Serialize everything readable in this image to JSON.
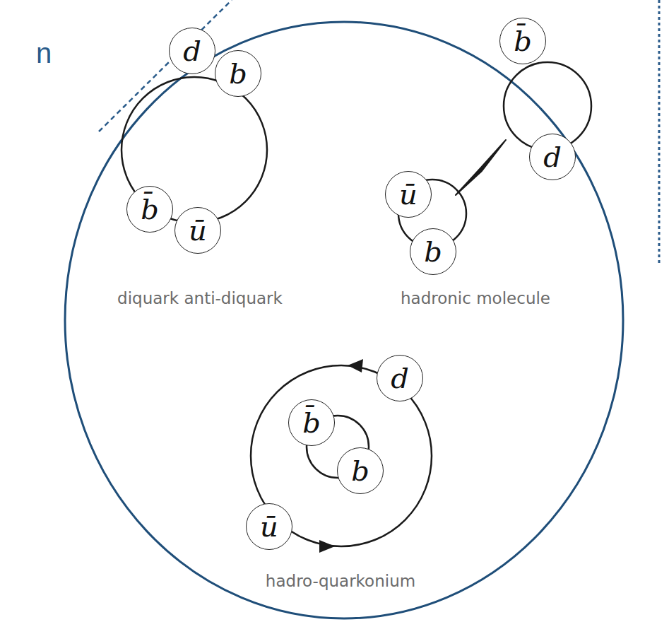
{
  "diagram": {
    "nodes": [
      {
        "text": [
          "d"
        ]
      },
      {
        "text": [
          "b"
        ]
      },
      {
        "text": [
          "b̄"
        ]
      },
      {
        "text": [
          "ū"
        ]
      },
      {
        "text": [
          "b̄"
        ]
      },
      {
        "text": [
          "d"
        ]
      },
      {
        "text": [
          "ū"
        ]
      },
      {
        "text": [
          "b"
        ]
      },
      {
        "text": [
          "d"
        ]
      },
      {
        "text": [
          "b̄"
        ]
      },
      {
        "text": [
          "b"
        ]
      },
      {
        "text": [
          "ū"
        ]
      }
    ],
    "labels": [
      "n",
      "diquark anti-diquark",
      "hadronic molecule",
      "hadro-quarkonium"
    ]
  }
}
